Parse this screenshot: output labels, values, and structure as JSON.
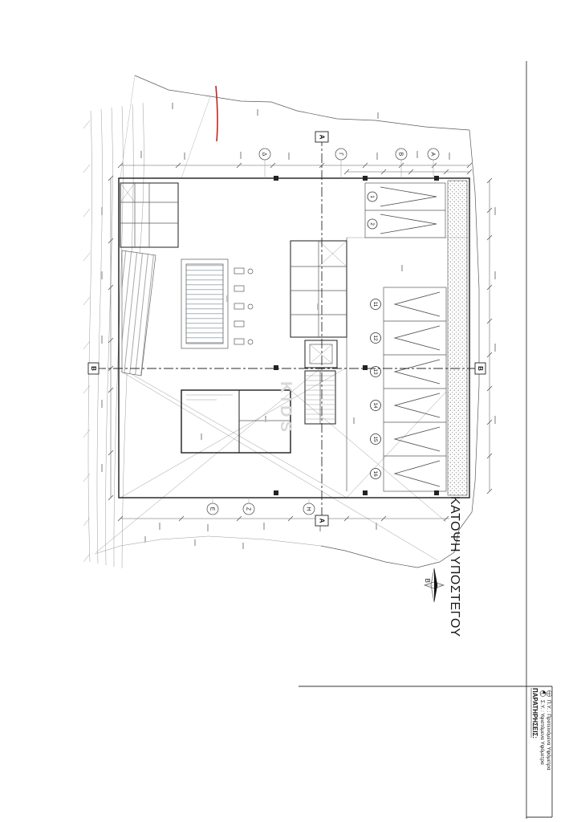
{
  "colors": {
    "red": "#c0281c",
    "ink": "#1d1d1d",
    "line": "#5a5a5a",
    "faint": "#9a9a9a",
    "wm": "#d8d8d8"
  },
  "sheet": {
    "drawing_title": "ΚΑΤΟΨΗ ΥΠΟΣΤΕΓΟΥ",
    "watermark": "KIDS",
    "north_label": "Β"
  },
  "sections": {
    "a": "A",
    "b": "B"
  },
  "grid": {
    "top": [
      "Δ",
      "Γ",
      "Β",
      "Α"
    ],
    "bottom": [
      "Ε",
      "Ζ",
      "Η"
    ]
  },
  "parking": {
    "top_stalls": [
      "1",
      "2"
    ],
    "side_stalls": [
      "11",
      "12",
      "13",
      "14",
      "15",
      "16"
    ]
  },
  "notes": {
    "title": "ΠΑΡΑΤΗΡΗΣΕΙΣ:",
    "line1": "Σ.Υ. : Υφιστάμενα Υψόμετρα",
    "line2": "Π.Υ. : Προτεινόμενα Υψόμετρα"
  }
}
